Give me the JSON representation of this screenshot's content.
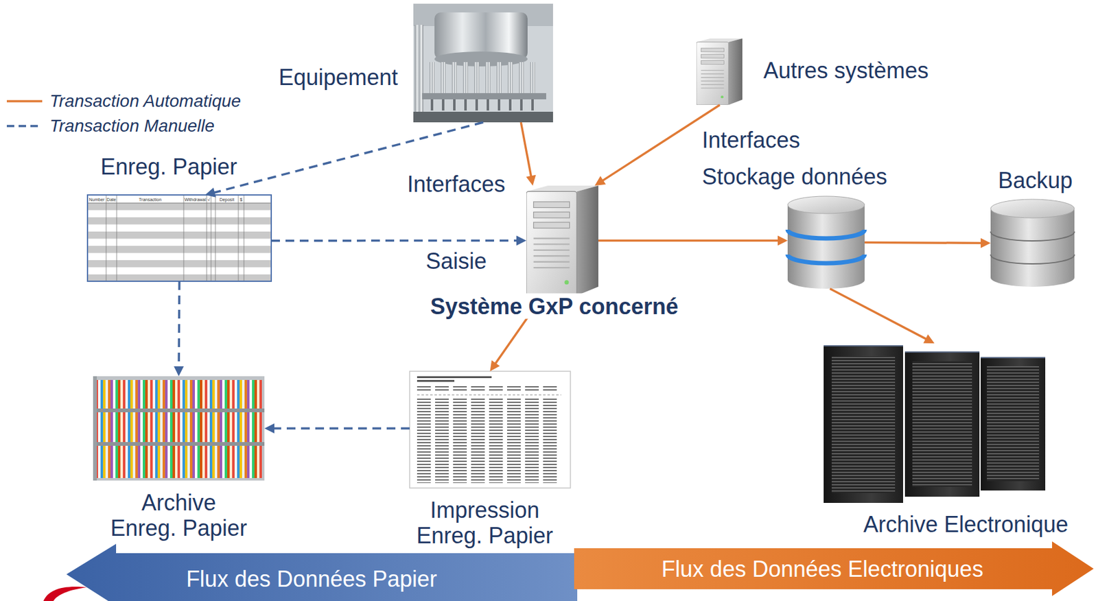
{
  "diagram": {
    "nodes": [
      {
        "text": [
          "Equipement"
        ]
      },
      {
        "text": [
          "Autres systèmes"
        ]
      },
      {
        "text": [
          "Enreg. Papier"
        ]
      },
      {
        "text": [
          "Système GxP concerné"
        ]
      },
      {
        "text": [
          "Stockage données"
        ]
      },
      {
        "text": [
          "Backup"
        ]
      },
      {
        "text": [
          "Archive Enreg. Papier"
        ]
      },
      {
        "text": [
          "Impression Enreg. Papier"
        ]
      },
      {
        "text": [
          "Archive Electronique"
        ]
      },
      {
        "text": [
          "Flux des Données Papier"
        ]
      },
      {
        "text": [
          "Flux des Données Electroniques"
        ]
      }
    ],
    "edges": [
      {
        "from": 0,
        "to": 2,
        "arrow": "to"
      },
      {
        "from": 0,
        "to": 3,
        "label": "Interfaces",
        "arrow": "to"
      },
      {
        "from": 1,
        "to": 3,
        "label": "Interfaces",
        "arrow": "to"
      },
      {
        "from": 2,
        "to": 3,
        "label": "Saisie",
        "arrow": "to"
      },
      {
        "from": 3,
        "to": 4,
        "arrow": "to"
      },
      {
        "from": 4,
        "to": 5,
        "arrow": "to"
      },
      {
        "from": 4,
        "to": 8,
        "arrow": "to"
      },
      {
        "from": 3,
        "to": 7,
        "arrow": "to"
      },
      {
        "from": 7,
        "to": 6,
        "arrow": "to"
      },
      {
        "from": 2,
        "to": 6,
        "arrow": "to"
      }
    ],
    "labels": [
      "Number",
      "Date",
      "Transaction",
      "Withdrawal",
      "√",
      "Deposit",
      "$"
    ],
    "legend": [
      {
        "text": "Transaction Automatique"
      },
      {
        "text": "Transaction Manuelle"
      }
    ]
  }
}
